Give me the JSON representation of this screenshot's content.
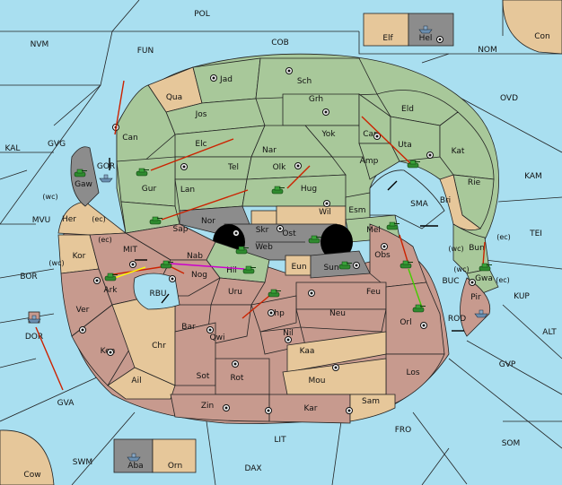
{
  "colors": {
    "sea": "#a9dff0",
    "green": "#a8c89a",
    "brown": "#c79a8e",
    "tan": "#e6c79a",
    "gray": "#8c8c8c",
    "order_move": "#cc2200",
    "order_support": "#cc00cc",
    "order_convoy": "#ffff00",
    "order_hold": "#44cc00"
  },
  "icons": {
    "army": "tank-icon",
    "fleet": "ship-icon",
    "supply_center": "supply-center-icon"
  },
  "regions": [
    {
      "id": "pol",
      "label": "POL"
    },
    {
      "id": "fun",
      "label": "FUN"
    },
    {
      "id": "cob",
      "label": "COB"
    },
    {
      "id": "nvm",
      "label": "NVM"
    },
    {
      "id": "nom",
      "label": "NOM"
    },
    {
      "id": "con",
      "label": "Con"
    },
    {
      "id": "elf",
      "label": "Elf"
    },
    {
      "id": "hel",
      "label": "Hel"
    },
    {
      "id": "ovd",
      "label": "OVD"
    },
    {
      "id": "kal",
      "label": "KAL"
    },
    {
      "id": "gvg",
      "label": "GVG"
    },
    {
      "id": "kam",
      "label": "KAM"
    },
    {
      "id": "mvu",
      "label": "MVU"
    },
    {
      "id": "tei",
      "label": "TEI"
    },
    {
      "id": "bor",
      "label": "BOR"
    },
    {
      "id": "alt",
      "label": "ALT"
    },
    {
      "id": "kup",
      "label": "KUP"
    },
    {
      "id": "gvp",
      "label": "GVP"
    },
    {
      "id": "gva",
      "label": "GVA"
    },
    {
      "id": "fro",
      "label": "FRO"
    },
    {
      "id": "som",
      "label": "SOM"
    },
    {
      "id": "lit",
      "label": "LIT"
    },
    {
      "id": "swm",
      "label": "SWM"
    },
    {
      "id": "dax",
      "label": "DAX"
    },
    {
      "id": "cow",
      "label": "Cow"
    },
    {
      "id": "aba",
      "label": "Aba"
    },
    {
      "id": "orn",
      "label": "Orn"
    },
    {
      "id": "dor",
      "label": "DOR"
    },
    {
      "id": "gor",
      "label": "GOR"
    },
    {
      "id": "gaw",
      "label": "Gaw"
    },
    {
      "id": "mit",
      "label": "MIT"
    },
    {
      "id": "rbu",
      "label": "RBU"
    },
    {
      "id": "sma",
      "label": "SMA"
    },
    {
      "id": "buc",
      "label": "BUC"
    },
    {
      "id": "rod",
      "label": "ROD"
    },
    {
      "id": "jad",
      "label": "Jad"
    },
    {
      "id": "sch",
      "label": "Sch"
    },
    {
      "id": "qua",
      "label": "Qua"
    },
    {
      "id": "jos",
      "label": "Jos"
    },
    {
      "id": "grh",
      "label": "Grh"
    },
    {
      "id": "eld",
      "label": "Eld"
    },
    {
      "id": "can",
      "label": "Can"
    },
    {
      "id": "yok",
      "label": "Yok"
    },
    {
      "id": "car",
      "label": "Car"
    },
    {
      "id": "uta",
      "label": "Uta"
    },
    {
      "id": "kat",
      "label": "Kat"
    },
    {
      "id": "elc",
      "label": "Elc"
    },
    {
      "id": "nar",
      "label": "Nar"
    },
    {
      "id": "amp",
      "label": "Amp"
    },
    {
      "id": "tel",
      "label": "Tel"
    },
    {
      "id": "olk",
      "label": "Olk"
    },
    {
      "id": "rie",
      "label": "Rie"
    },
    {
      "id": "gur",
      "label": "Gur"
    },
    {
      "id": "lan",
      "label": "Lan"
    },
    {
      "id": "hug",
      "label": "Hug"
    },
    {
      "id": "bri",
      "label": "Bri"
    },
    {
      "id": "nor",
      "label": "Nor"
    },
    {
      "id": "skr",
      "label": "Skr"
    },
    {
      "id": "wil",
      "label": "Wil"
    },
    {
      "id": "esm",
      "label": "Esm"
    },
    {
      "id": "sap",
      "label": "Sap"
    },
    {
      "id": "her",
      "label": "Her"
    },
    {
      "id": "ost",
      "label": "Ost"
    },
    {
      "id": "web",
      "label": "Web"
    },
    {
      "id": "mel",
      "label": "Mel"
    },
    {
      "id": "bun",
      "label": "Bun"
    },
    {
      "id": "kor",
      "label": "Kor"
    },
    {
      "id": "nab",
      "label": "Nab"
    },
    {
      "id": "hil",
      "label": "Hil"
    },
    {
      "id": "eun",
      "label": "Eun"
    },
    {
      "id": "sun",
      "label": "Sun"
    },
    {
      "id": "obs",
      "label": "Obs"
    },
    {
      "id": "gwa",
      "label": "Gwa"
    },
    {
      "id": "ark",
      "label": "Ark"
    },
    {
      "id": "nog",
      "label": "Nog"
    },
    {
      "id": "uru",
      "label": "Uru"
    },
    {
      "id": "feu",
      "label": "Feu"
    },
    {
      "id": "pir",
      "label": "Pir"
    },
    {
      "id": "chp",
      "label": "Chp"
    },
    {
      "id": "neu",
      "label": "Neu"
    },
    {
      "id": "ver",
      "label": "Ver"
    },
    {
      "id": "bar",
      "label": "Bar"
    },
    {
      "id": "orl",
      "label": "Orl"
    },
    {
      "id": "qwi",
      "label": "Qwi"
    },
    {
      "id": "nil",
      "label": "Nil"
    },
    {
      "id": "ken",
      "label": "Ken"
    },
    {
      "id": "chr",
      "label": "Chr"
    },
    {
      "id": "kaa",
      "label": "Kaa"
    },
    {
      "id": "los",
      "label": "Los"
    },
    {
      "id": "sot",
      "label": "Sot"
    },
    {
      "id": "rot",
      "label": "Rot"
    },
    {
      "id": "ail",
      "label": "Ail"
    },
    {
      "id": "mou",
      "label": "Mou"
    },
    {
      "id": "zin",
      "label": "Zin"
    },
    {
      "id": "kar",
      "label": "Kar"
    },
    {
      "id": "sam",
      "label": "Sam"
    }
  ],
  "coast_tags": [
    {
      "id": "her_wc",
      "label": "(wc)"
    },
    {
      "id": "her_ec",
      "label": "(ec)"
    },
    {
      "id": "kor_ec",
      "label": "(ec)"
    },
    {
      "id": "kor_wc",
      "label": "(wc)"
    },
    {
      "id": "bun_wc",
      "label": "(wc)"
    },
    {
      "id": "bun_ec",
      "label": "(ec)"
    },
    {
      "id": "gwa_wc",
      "label": "(wc)"
    },
    {
      "id": "gwa_ec",
      "label": "(ec)"
    }
  ]
}
